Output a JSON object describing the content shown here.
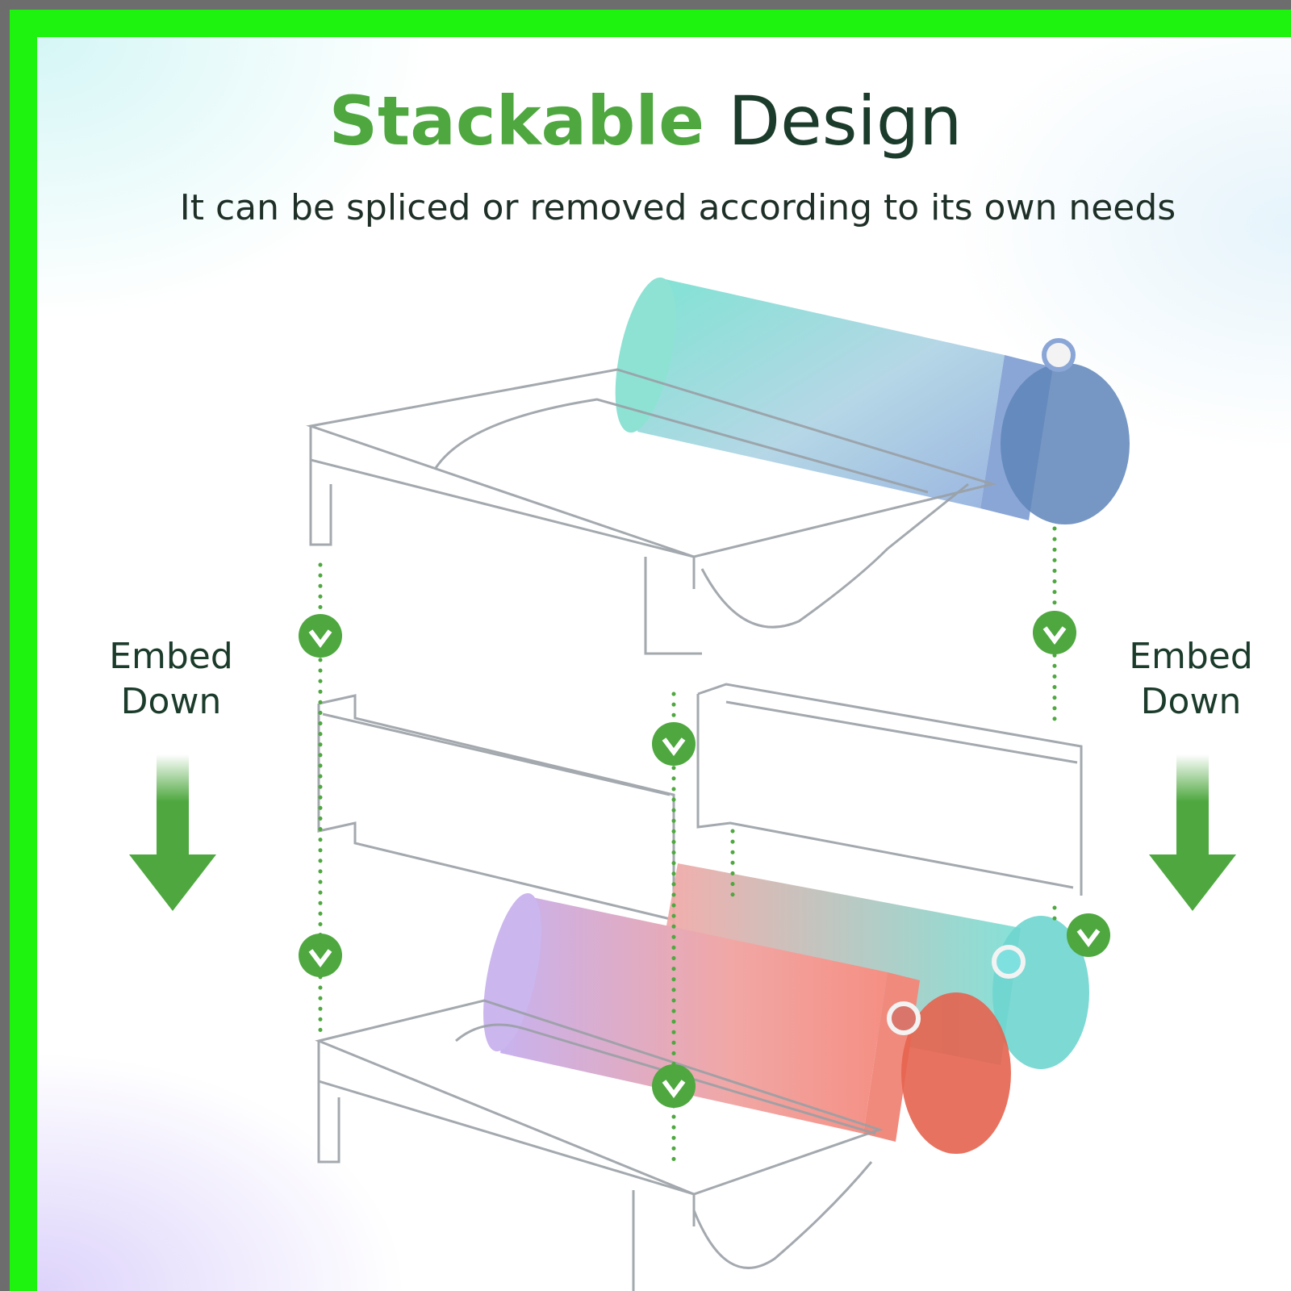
{
  "headline": {
    "accent": "Stackable",
    "rest": "Design"
  },
  "subtitle": "It can be spliced or removed according to its own needs",
  "left_label": {
    "line1": "Embed",
    "line2": "Down"
  },
  "right_label": {
    "line1": "Embed",
    "line2": "Down"
  },
  "colors": {
    "accent_green": "#4ea83f",
    "dark_text": "#1b3b2b",
    "border_green": "#1ef20f"
  }
}
